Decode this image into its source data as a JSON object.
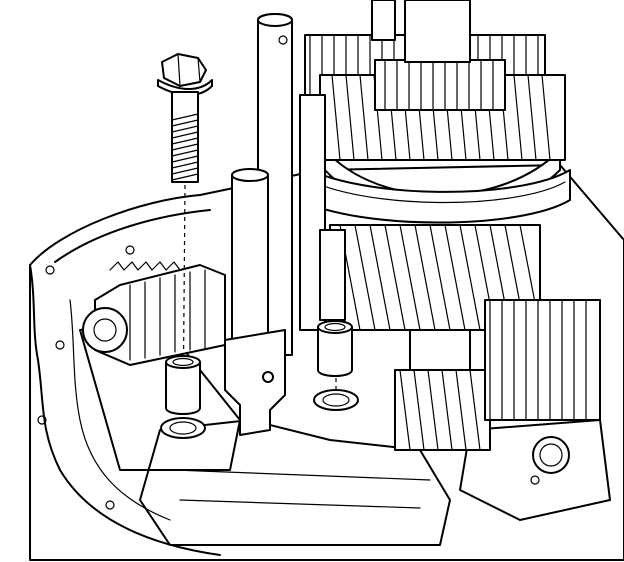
{
  "figure": {
    "stroke_color": "#000000",
    "background_color": "#ffffff",
    "components": [
      "transmission-case",
      "mainshaft-gear-cluster",
      "countershaft-helical-gear",
      "shift-rail-long",
      "shift-rail-short",
      "shift-fork",
      "reverse-idler-shaft",
      "flange-bolt",
      "dowel-sleeve-left",
      "dowel-sleeve-right"
    ]
  }
}
